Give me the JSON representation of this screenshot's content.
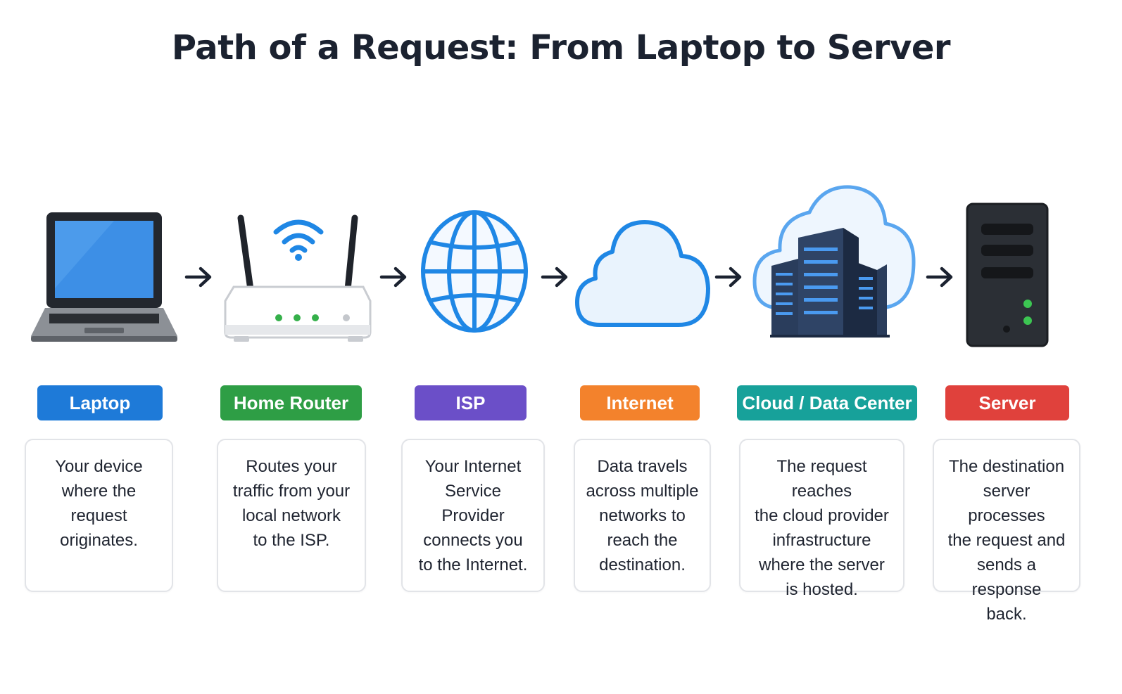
{
  "title": "Path of a Request: From Laptop to Server",
  "steps": [
    {
      "icon": "laptop-icon",
      "label": "Laptop",
      "color": "#1e7ad8",
      "description": [
        "Your device",
        "where the",
        "request",
        "originates."
      ]
    },
    {
      "icon": "router-icon",
      "label": "Home Router",
      "color": "#2e9e45",
      "description": [
        "Routes your",
        "traffic from your",
        "local network",
        "to the ISP."
      ]
    },
    {
      "icon": "globe-icon",
      "label": "ISP",
      "color": "#6b4fc8",
      "description": [
        "Your Internet",
        "Service Provider",
        "connects you",
        "to the Internet."
      ]
    },
    {
      "icon": "cloud-icon",
      "label": "Internet",
      "color": "#f3822c",
      "description": [
        "Data travels",
        "across multiple",
        "networks to",
        "reach the",
        "destination."
      ]
    },
    {
      "icon": "data-center-icon",
      "label": "Cloud / Data Center",
      "color": "#17a19a",
      "description": [
        "The request reaches",
        "the cloud provider",
        "infrastructure",
        "where the server",
        "is hosted."
      ]
    },
    {
      "icon": "server-icon",
      "label": "Server",
      "color": "#e0413c",
      "description": [
        "The destination",
        "server processes",
        "the request and",
        "sends a response",
        "back."
      ]
    }
  ],
  "arrow_icon": "arrow-right-icon"
}
